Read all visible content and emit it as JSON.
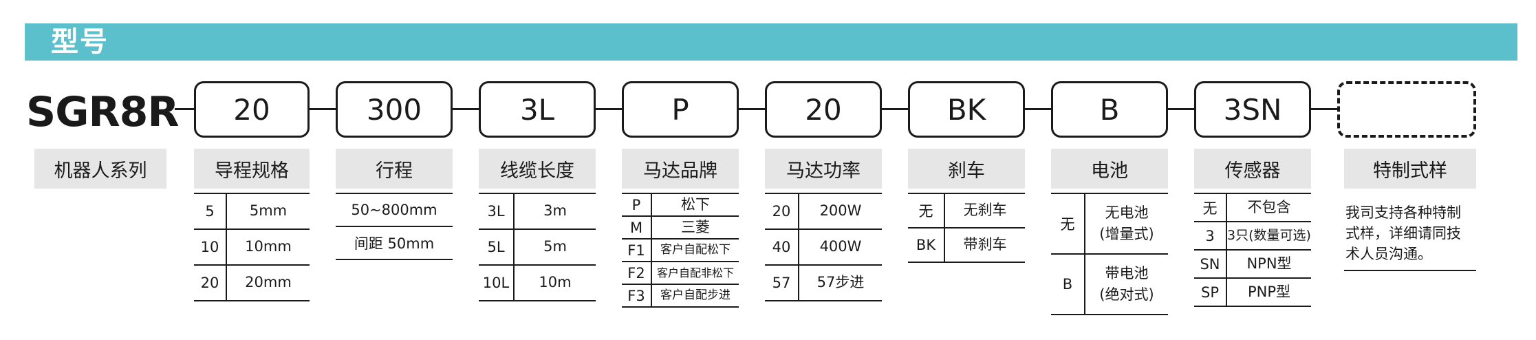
{
  "banner": {
    "title": "型号"
  },
  "model": "SGR8R",
  "code_boxes": [
    "20",
    "300",
    "3L",
    "P",
    "20",
    "BK",
    "B",
    "3SN",
    ""
  ],
  "headers": [
    "机器人系列",
    "导程规格",
    "行程",
    "线缆长度",
    "马达品牌",
    "马达功率",
    "刹车",
    "电池",
    "传感器",
    "特制式样"
  ],
  "lead": [
    [
      "5",
      "5mm"
    ],
    [
      "10",
      "10mm"
    ],
    [
      "20",
      "20mm"
    ]
  ],
  "stroke": [
    "50~800mm",
    "间距 50mm"
  ],
  "cable": [
    [
      "3L",
      "3m"
    ],
    [
      "5L",
      "5m"
    ],
    [
      "10L",
      "10m"
    ]
  ],
  "motor_brand": [
    [
      "P",
      "松下"
    ],
    [
      "M",
      "三菱"
    ],
    [
      "F1",
      "客户自配松下"
    ],
    [
      "F2",
      "客户自配非松下"
    ],
    [
      "F3",
      "客户自配步进"
    ]
  ],
  "motor_power": [
    [
      "20",
      "200W"
    ],
    [
      "40",
      "400W"
    ],
    [
      "57",
      "57步进"
    ]
  ],
  "brake": [
    [
      "无",
      "无刹车"
    ],
    [
      "BK",
      "带刹车"
    ]
  ],
  "battery": [
    [
      "无",
      "无电池\n(增量式)"
    ],
    [
      "B",
      "带电池\n(绝对式)"
    ]
  ],
  "sensor": [
    [
      "无",
      "不包含"
    ],
    [
      "3",
      "3只(数量可选)"
    ],
    [
      "SN",
      "NPN型"
    ],
    [
      "SP",
      "PNP型"
    ]
  ],
  "special_note": "我司支持各种特制式样，详细请同技术人员沟通。"
}
